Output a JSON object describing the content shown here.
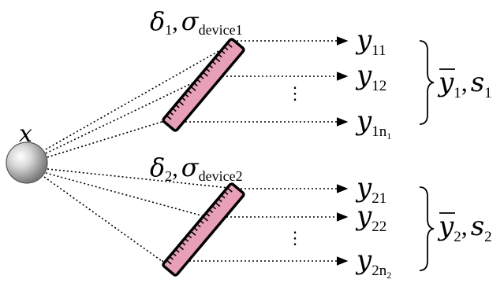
{
  "source": {
    "label": "x",
    "sphere_color": "#c0c0c0"
  },
  "devices": [
    {
      "delta_symbol": "δ",
      "delta_sub": "1",
      "sigma_symbol": "σ",
      "sigma_sub": "device1",
      "outputs": [
        {
          "y": "y",
          "sub": "11"
        },
        {
          "y": "y",
          "sub": "12"
        },
        {
          "y": "y",
          "sub": "1n",
          "subsub": "1"
        }
      ],
      "stats_ybar": "y",
      "stats_ybar_sub": "1",
      "stats_s": "s",
      "stats_s_sub": "1"
    },
    {
      "delta_symbol": "δ",
      "delta_sub": "2",
      "sigma_symbol": "σ",
      "sigma_sub": "device2",
      "outputs": [
        {
          "y": "y",
          "sub": "21"
        },
        {
          "y": "y",
          "sub": "22"
        },
        {
          "y": "y",
          "sub": "2n",
          "subsub": "2"
        }
      ],
      "stats_ybar": "y",
      "stats_ybar_sub": "2",
      "stats_s": "s",
      "stats_s_sub": "2"
    }
  ],
  "separator": ",",
  "ellipsis": "⋮",
  "colors": {
    "ruler_fill": "#e8a0b8",
    "ruler_stroke": "#000000",
    "line": "#000000"
  }
}
